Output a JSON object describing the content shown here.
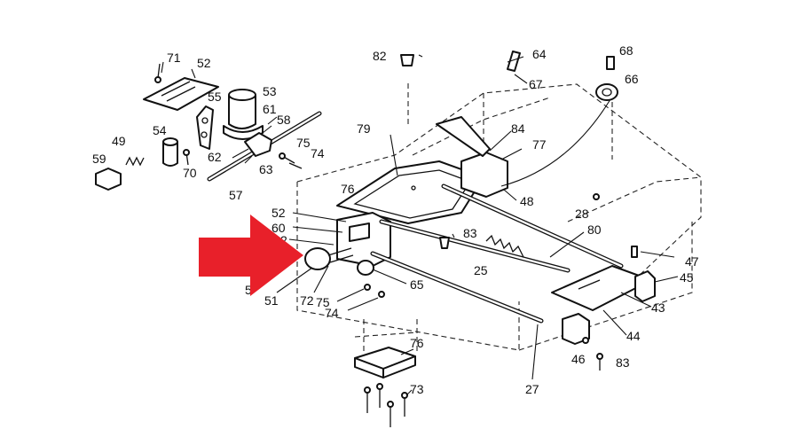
{
  "callouts": [
    "71",
    "52",
    "55",
    "53",
    "61",
    "58",
    "54",
    "49",
    "59",
    "70",
    "62",
    "63",
    "57",
    "75",
    "74",
    "82",
    "64",
    "67",
    "68",
    "66",
    "79",
    "84",
    "77",
    "48",
    "28",
    "76",
    "52",
    "60",
    "2",
    "83",
    "80",
    "25",
    "47",
    "45",
    "43",
    "44",
    "46",
    "83",
    "27",
    "5",
    "51",
    "72",
    "75",
    "74",
    "65",
    "76",
    "73"
  ],
  "arrow_color": "#e8202a"
}
